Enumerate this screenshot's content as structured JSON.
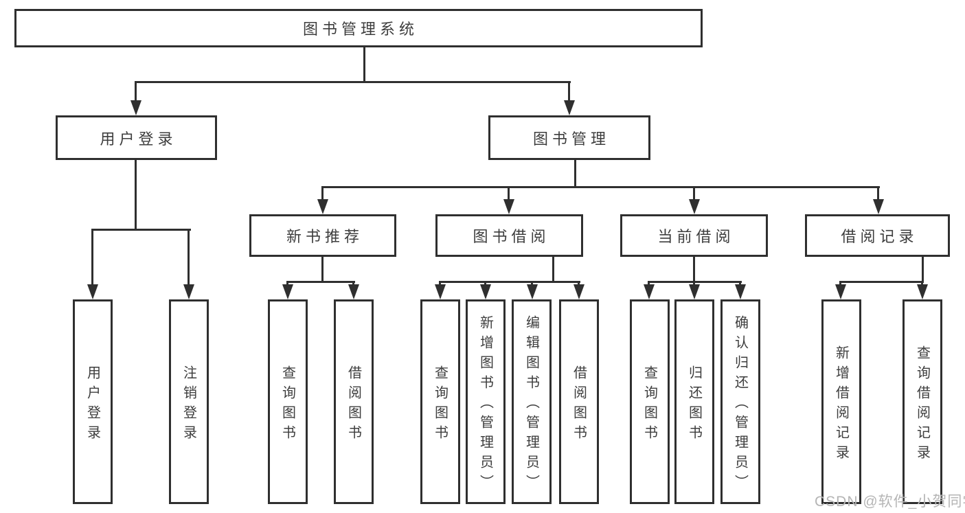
{
  "title": "图书管理系统",
  "watermark": "CSDN @软件_小贺同学",
  "colors": {
    "line": "#2f2f2f",
    "text": "#3d3d3d",
    "background": "#ffffff",
    "watermark": "#b5b5b5"
  },
  "tree": {
    "root": {
      "label": "图书管理系统",
      "children": [
        {
          "label": "用户登录",
          "children": [
            {
              "label": "用户登录"
            },
            {
              "label": "注销登录"
            }
          ]
        },
        {
          "label": "图书管理",
          "children": [
            {
              "label": "新书推荐",
              "children": [
                {
                  "label": "查询图书"
                },
                {
                  "label": "借阅图书"
                }
              ]
            },
            {
              "label": "图书借阅",
              "children": [
                {
                  "label": "查询图书"
                },
                {
                  "label": "新增图书（管理员）"
                },
                {
                  "label": "编辑图书（管理员）"
                },
                {
                  "label": "借阅图书"
                }
              ]
            },
            {
              "label": "当前借阅",
              "children": [
                {
                  "label": "查询图书"
                },
                {
                  "label": "归还图书"
                },
                {
                  "label": "确认归还（管理员）"
                }
              ]
            },
            {
              "label": "借阅记录",
              "children": [
                {
                  "label": "新增借阅记录"
                },
                {
                  "label": "查询借阅记录"
                }
              ]
            }
          ]
        }
      ]
    }
  }
}
